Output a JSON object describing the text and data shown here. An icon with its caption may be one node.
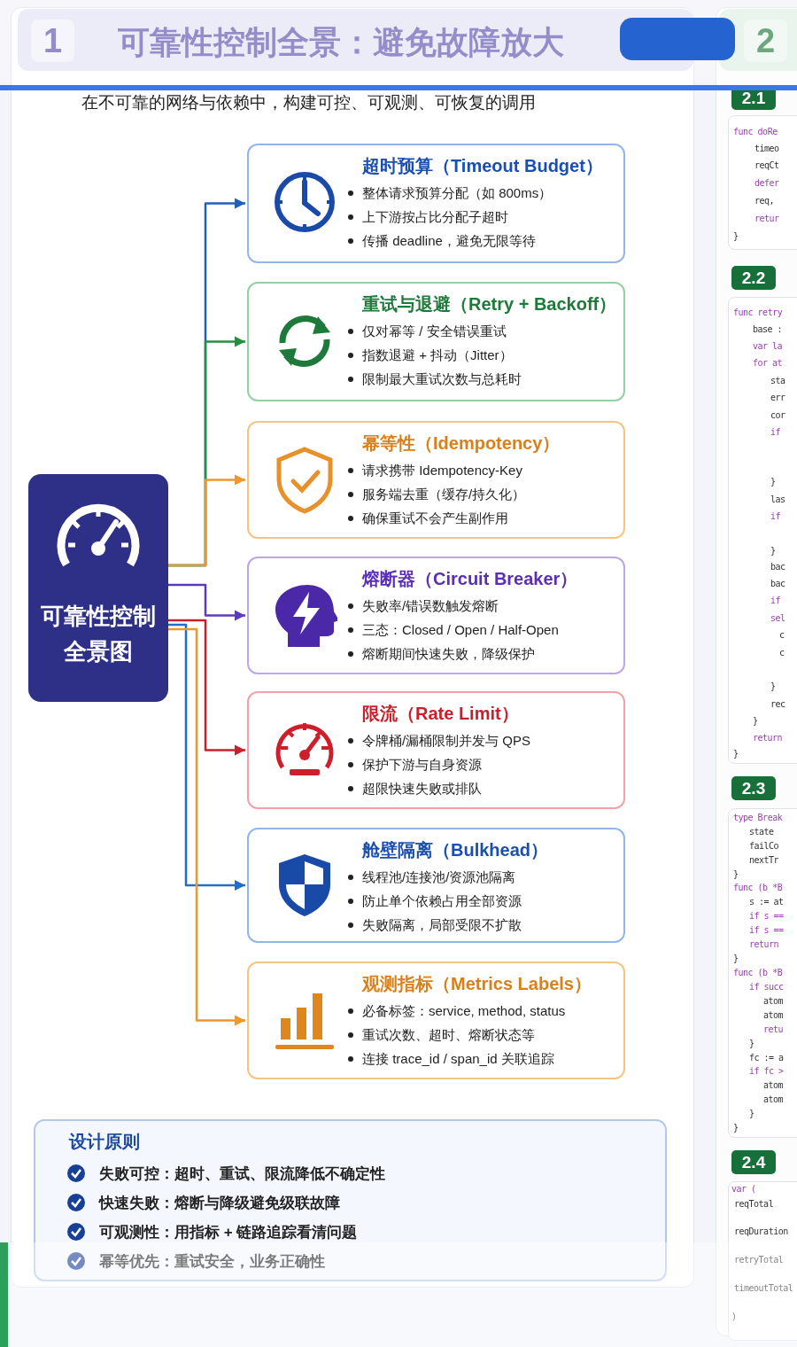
{
  "diagram": {
    "title": "可靠性控制全景：避免故障放大",
    "nodes": [
      {
        "text": [
          "可靠性控制全景图"
        ]
      },
      {
        "text": [
          "超时预算（Timeout Budget）",
          "整体请求预算分配（如 800ms）",
          "上下游按占比分配子超时",
          "传播 deadline，避免无限等待"
        ]
      },
      {
        "text": [
          "重试与退避（Retry + Backoff）",
          "仅对幂等 / 安全错误重试",
          "指数退避 + 抖动（Jitter）",
          "限制最大重试次数与总耗时"
        ]
      },
      {
        "text": [
          "幂等性（Idempotency）",
          "请求携带 Idempotency-Key",
          "服务端去重（缓存/持久化）",
          "确保重试不会产生副作用"
        ]
      },
      {
        "text": [
          "熔断器（Circuit Breaker）",
          "失败率/错误数触发熔断",
          "三态：Closed / Open / Half-Open",
          "熔断期间快速失败，降级保护"
        ]
      },
      {
        "text": [
          "限流（Rate Limit）",
          "令牌桶/漏桶限制并发与 QPS",
          "保护下游与自身资源",
          "超限快速失败或排队"
        ]
      },
      {
        "text": [
          "舱壁隔离（Bulkhead）",
          "线程池/连接池/资源池隔离",
          "防止单个依赖占用全部资源",
          "失败隔离，局部受限不扩散"
        ]
      },
      {
        "text": [
          "观测指标（Metrics Labels）",
          "必备标签：service, method, status",
          "重试次数、超时、熔断状态等",
          "连接 trace_id / span_id 关联追踪"
        ]
      },
      {
        "text": [
          "设计原则",
          "失败可控：超时、重试、限流降低不确定性",
          "快速失败：熔断与降级避免级联故障",
          "可观测性：用指标 + 链路追踪看清问题",
          "幂等优先：重试安全，业务正确性"
        ]
      }
    ],
    "edges": [
      {
        "from": 0,
        "to": 1,
        "arrow": "to",
        "color": "#1f5fbf"
      },
      {
        "from": 0,
        "to": 2,
        "arrow": "to",
        "color": "#23903f"
      },
      {
        "from": 0,
        "to": 3,
        "arrow": "to",
        "color": "#f0962a"
      },
      {
        "from": 0,
        "to": 4,
        "arrow": "to",
        "color": "#5a3cc0"
      },
      {
        "from": 0,
        "to": 5,
        "arrow": "to",
        "color": "#c8202c"
      },
      {
        "from": 0,
        "to": 6,
        "arrow": "to",
        "color": "#1f6fc8"
      },
      {
        "from": 0,
        "to": 7,
        "arrow": "to",
        "color": "#f0962a"
      }
    ],
    "labels": [
      "1",
      "2",
      "在不可靠的网络与依赖中，构建可控、可观测、可恢复的调用",
      "2.1",
      "func doRe",
      "timeo",
      "reqCt",
      "defer",
      "req,",
      "retur",
      "}",
      "2.2",
      "func retry",
      "base :",
      "var la",
      "for at",
      "sta",
      "err",
      "cor",
      "if",
      "}",
      "las",
      "if",
      "}",
      "bac",
      "bac",
      "if",
      "sel",
      "c",
      "c",
      "}",
      "rec",
      "}",
      "return",
      "}",
      "2.3",
      "type Break",
      "state",
      "failCo",
      "nextTr",
      "}",
      "func (b *B",
      "s := at",
      "if s ==",
      "if s ==",
      "return",
      "}",
      "func (b *B",
      "if succ",
      "atom",
      "atom",
      "retu",
      "}",
      "fc := a",
      "if fc >",
      "atom",
      "atom",
      "}",
      "}",
      "2.4",
      "var (",
      "reqTotal",
      "reqDuration",
      "retryTotal",
      "timeoutTotal",
      ")"
    ]
  }
}
